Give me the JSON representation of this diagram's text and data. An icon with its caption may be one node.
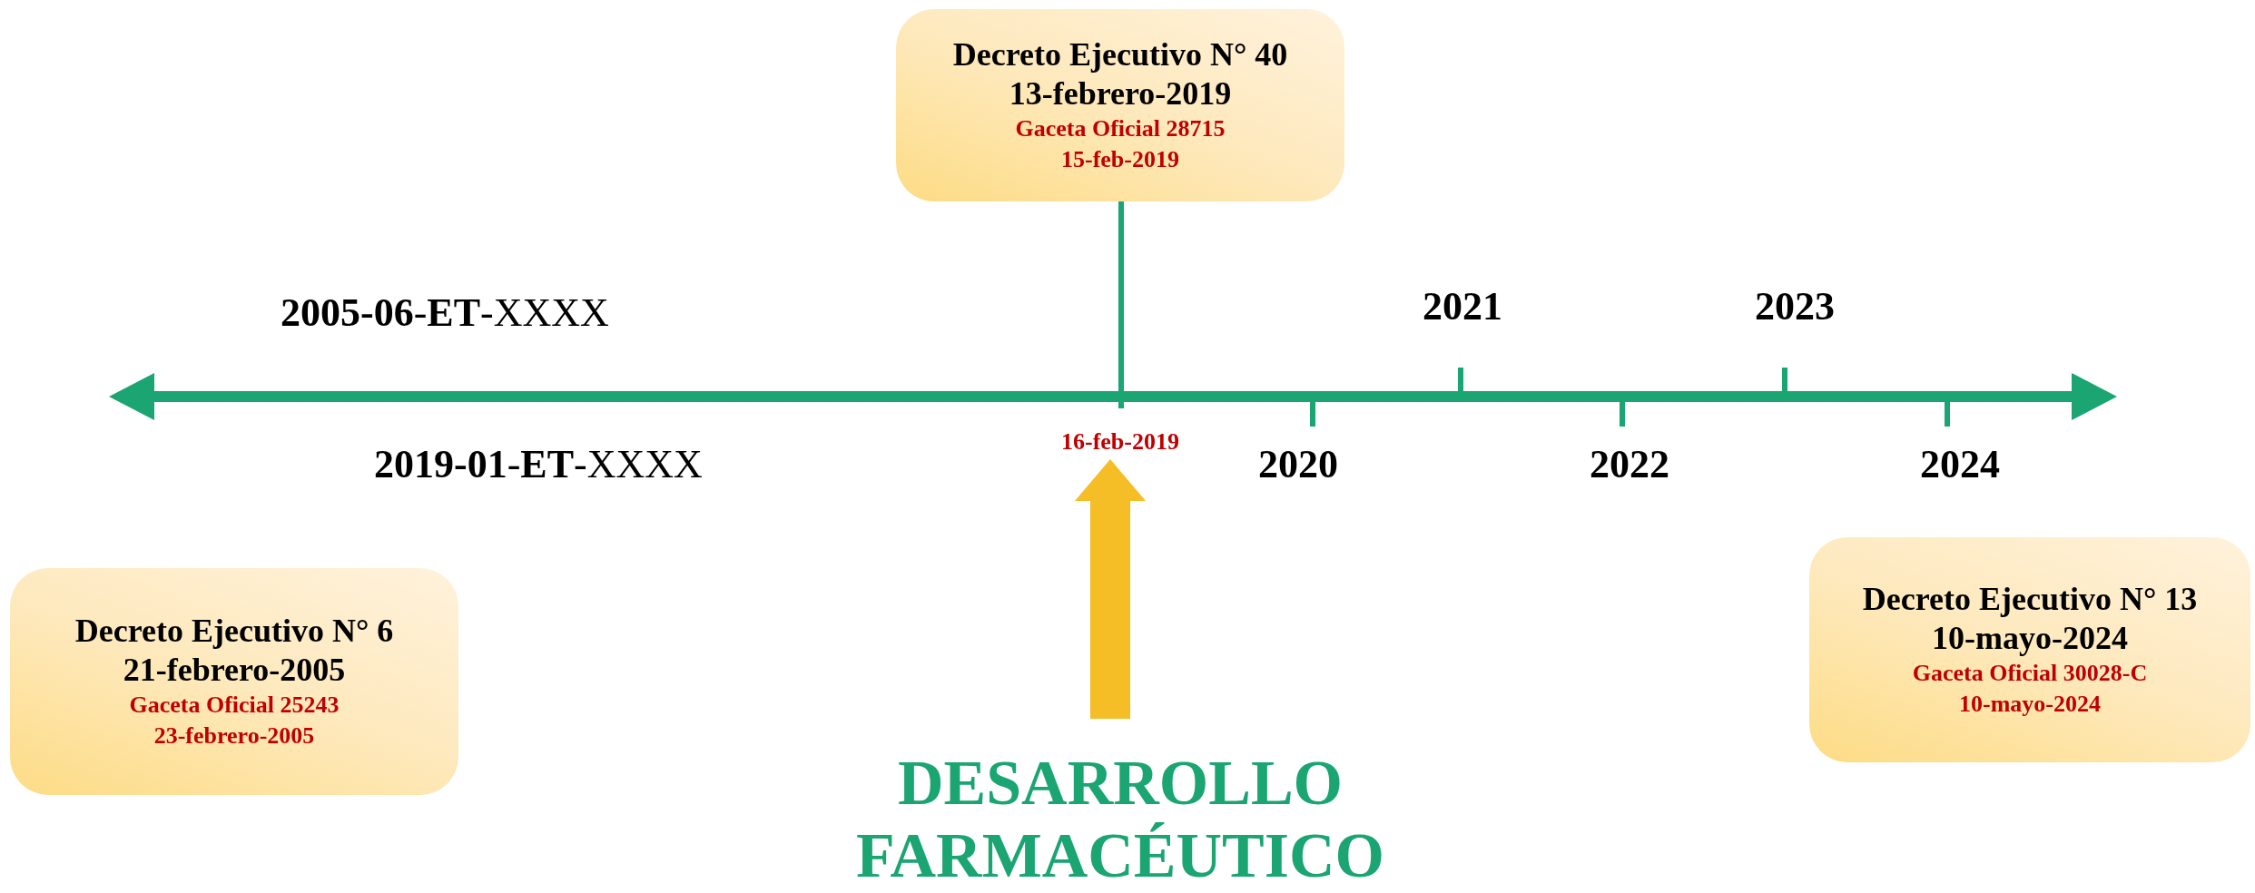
{
  "diagram": {
    "nodes": [
      {
        "text": [
          "Decreto Ejecutivo N° 40 13-febrero-2019",
          "Gaceta Oficial 28715 15-feb-2019"
        ]
      },
      {
        "text": [
          "Decreto Ejecutivo N° 6 21-febrero-2005",
          "Gaceta Oficial 25243 23-febrero-2005"
        ]
      },
      {
        "text": [
          "Decreto Ejecutivo N° 13 10-mayo-2024",
          "Gaceta Oficial 30028-C 10-mayo-2024"
        ]
      },
      {
        "text": [
          "DESARROLLO FARMACÉUTICO"
        ]
      },
      {
        "text": [
          "16-feb-2019"
        ]
      }
    ],
    "edges": [
      {
        "from": 0,
        "to": 4,
        "arrow": "none",
        "color": "#1aa572"
      },
      {
        "from": 3,
        "to": 4,
        "arrow": "to",
        "style": "thick",
        "color": "#f5bd26"
      }
    ],
    "labels": [
      "**2005-06**-**ET**-XXXX",
      "2021",
      "2023",
      "**2019-01**-**ET**-XXXX",
      "2020",
      "2022",
      "2024"
    ]
  }
}
